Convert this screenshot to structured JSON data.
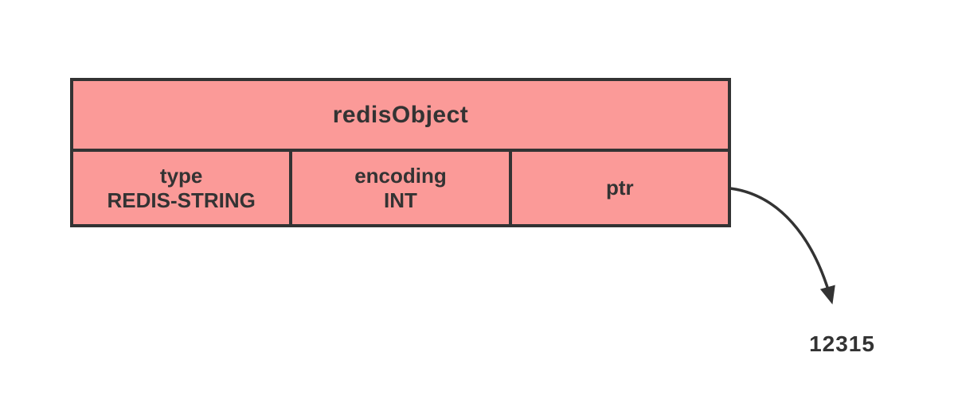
{
  "diagram": {
    "colors": {
      "fill": "#fb9a98",
      "stroke": "#333333",
      "text": "#333333",
      "background": "#ffffff"
    },
    "table": {
      "header": "redisObject",
      "cells": [
        {
          "lines": [
            "type",
            "REDIS-STRING"
          ]
        },
        {
          "lines": [
            "encoding",
            "INT"
          ]
        },
        {
          "lines": [
            "ptr"
          ]
        }
      ]
    },
    "pointer": {
      "value": "12315"
    }
  }
}
